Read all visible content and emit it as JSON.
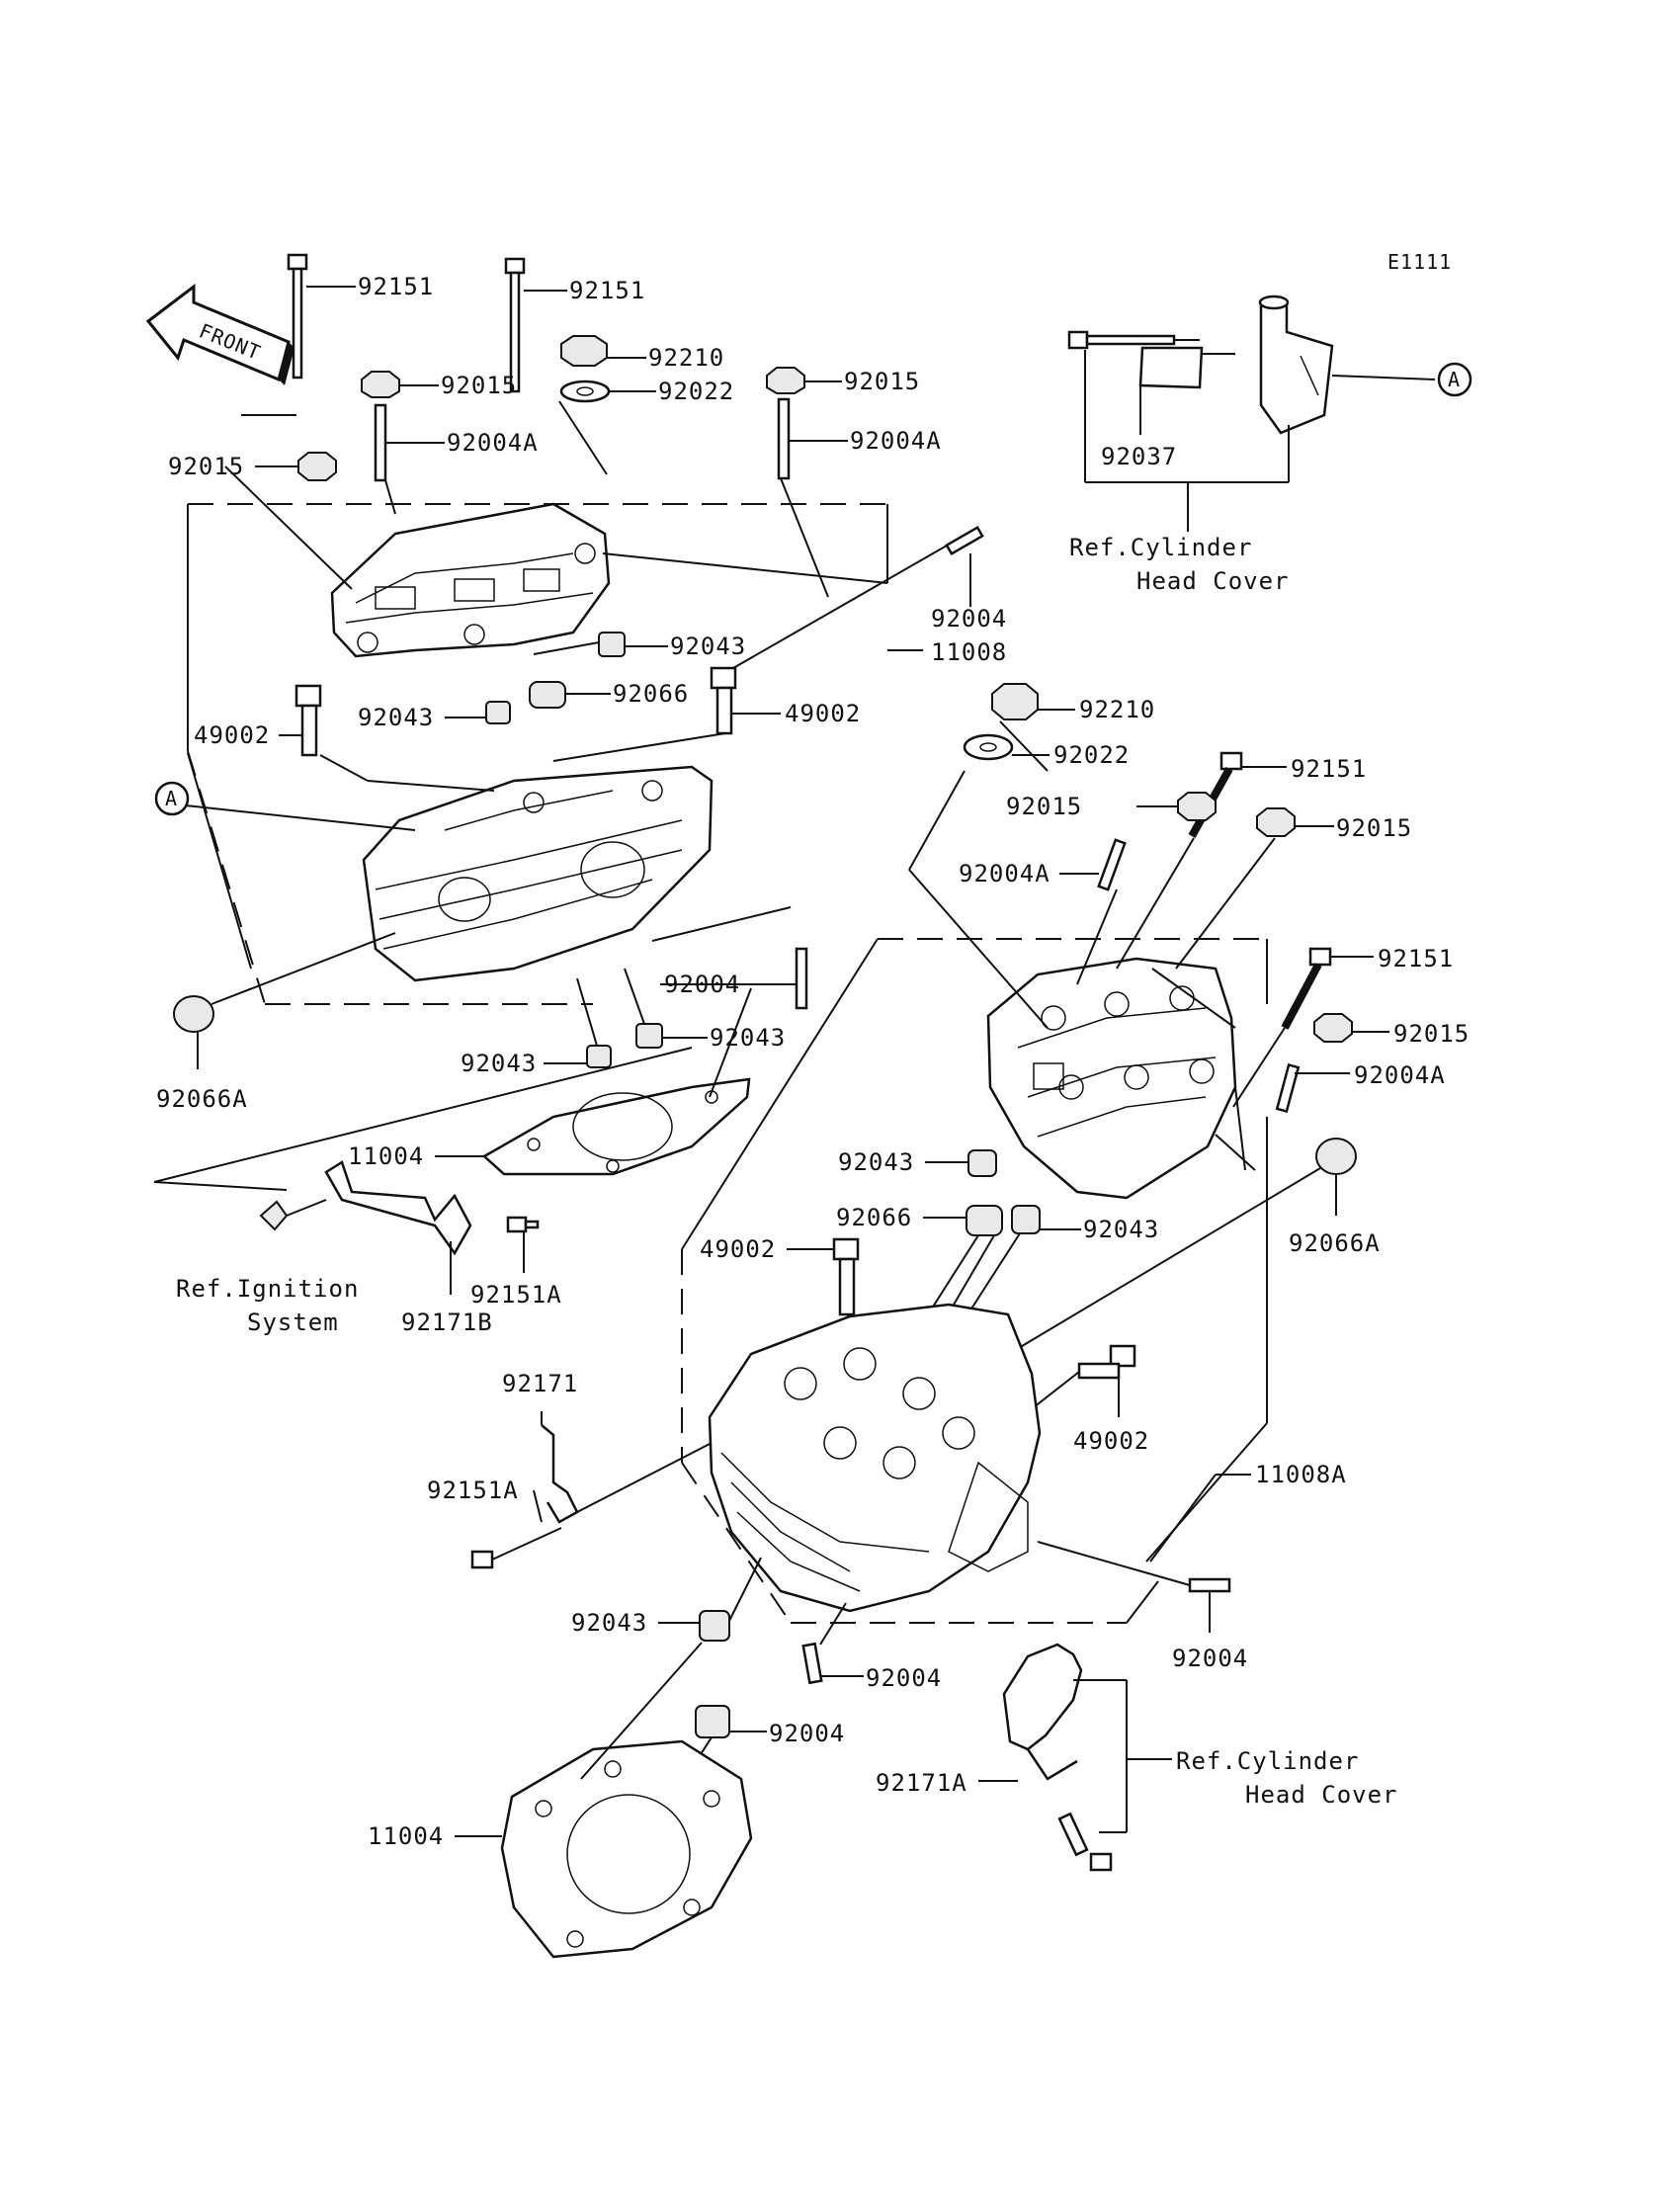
{
  "diagram_code": "E1111",
  "front_label": "FRONT",
  "ref_labels": {
    "cyl_head_cover_1_line1": "Ref.Cylinder",
    "cyl_head_cover_1_line2": "Head Cover",
    "ignition_line1": "Ref.Ignition",
    "ignition_line2": "System",
    "cyl_head_cover_2_line1": "Ref.Cylinder",
    "cyl_head_cover_2_line2": "Head Cover"
  },
  "callout_marker": "A",
  "parts": {
    "p92151_a": "92151",
    "p92151_b": "92151",
    "p92210_a": "92210",
    "p92015_a": "92015",
    "p92022_a": "92022",
    "p92015_b": "92015",
    "p92004A_a": "92004A",
    "p92004A_b": "92004A",
    "p92015_c": "92015",
    "p92037": "92037",
    "p92004_a": "92004",
    "p11008": "11008",
    "p92043_a": "92043",
    "p92066_a": "92066",
    "p49002_a": "49002",
    "p49002_b": "49002",
    "p92043_b": "92043",
    "p92210_b": "92210",
    "p92022_b": "92022",
    "p92151_c": "92151",
    "p92015_d": "92015",
    "p92015_e": "92015",
    "p92004A_c": "92004A",
    "p92004_b": "92004",
    "p92043_c": "92043",
    "p92151_d": "92151",
    "p92043_d": "92043",
    "p92066A_a": "92066A",
    "p92015_f": "92015",
    "p92004A_d": "92004A",
    "p11004_a": "11004",
    "p92043_e": "92043",
    "p92066_b": "92066",
    "p92043_f": "92043",
    "p49002_c": "49002",
    "p92066A_b": "92066A",
    "p92151A_a": "92151A",
    "p92171B": "92171B",
    "p92171": "92171",
    "p49002_d": "49002",
    "p11008A": "11008A",
    "p92151A_b": "92151A",
    "p92043_g": "92043",
    "p92004_c": "92004",
    "p92004_d": "92004",
    "p92004_e": "92004",
    "p92171A": "92171A",
    "p11004_b": "11004"
  }
}
